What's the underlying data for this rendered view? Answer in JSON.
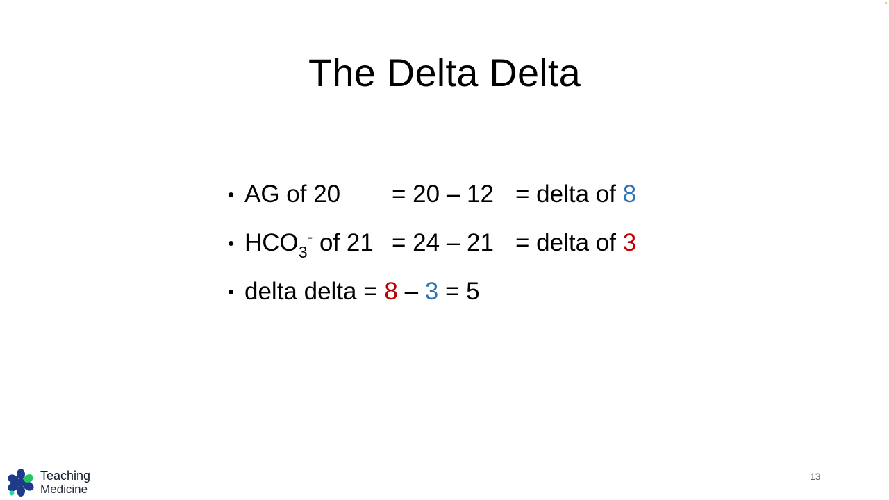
{
  "slide": {
    "title": "The Delta Delta",
    "page_number": "13",
    "colors": {
      "blue": "#2e75b6",
      "red": "#c00000",
      "text": "#000000"
    }
  },
  "bullets": [
    {
      "marker": "•",
      "label_main": "AG of 20",
      "calc": "= 20 – 12",
      "result_prefix": "= delta of",
      "result_value": "8"
    },
    {
      "marker": "•",
      "label_main": "HCO",
      "label_sub": "3",
      "label_sup": "-",
      "label_rest": " of 21",
      "calc": "= 24 – 21",
      "result_prefix": "= delta of",
      "result_value": "3"
    },
    {
      "marker": "•",
      "prefix": "delta delta = ",
      "value_a": "8",
      "op": " – ",
      "value_b": "3",
      "suffix": " = 5"
    }
  ],
  "logo": {
    "line1": "Teaching",
    "line2": "Medicine",
    "icon": "star-cluster-icon"
  }
}
